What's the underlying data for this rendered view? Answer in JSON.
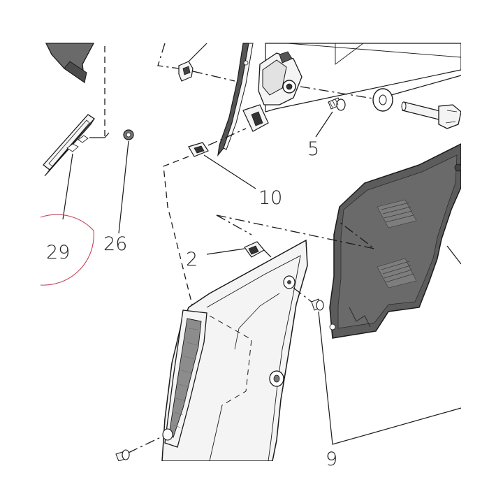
{
  "callouts": {
    "c29": "29",
    "c26": "26",
    "c5": "5",
    "c10": "10",
    "c2": "2",
    "c9": "9"
  },
  "colors": {
    "line": "#1a1a1a",
    "dark_panel": "#5a5a5a",
    "dark_panel_edge": "#3a3a3a",
    "light_panel": "#f4f4f4",
    "grille": "#8c8c8c",
    "highlight_circle": "#c4445a"
  },
  "parts": [
    "trim-panel-top-left",
    "badge-emblem",
    "clip",
    "pillar-trim",
    "latch-bracket",
    "screw",
    "washer",
    "bolt",
    "dark-liner-panel",
    "quarter-trim-panel",
    "speaker-grille"
  ]
}
